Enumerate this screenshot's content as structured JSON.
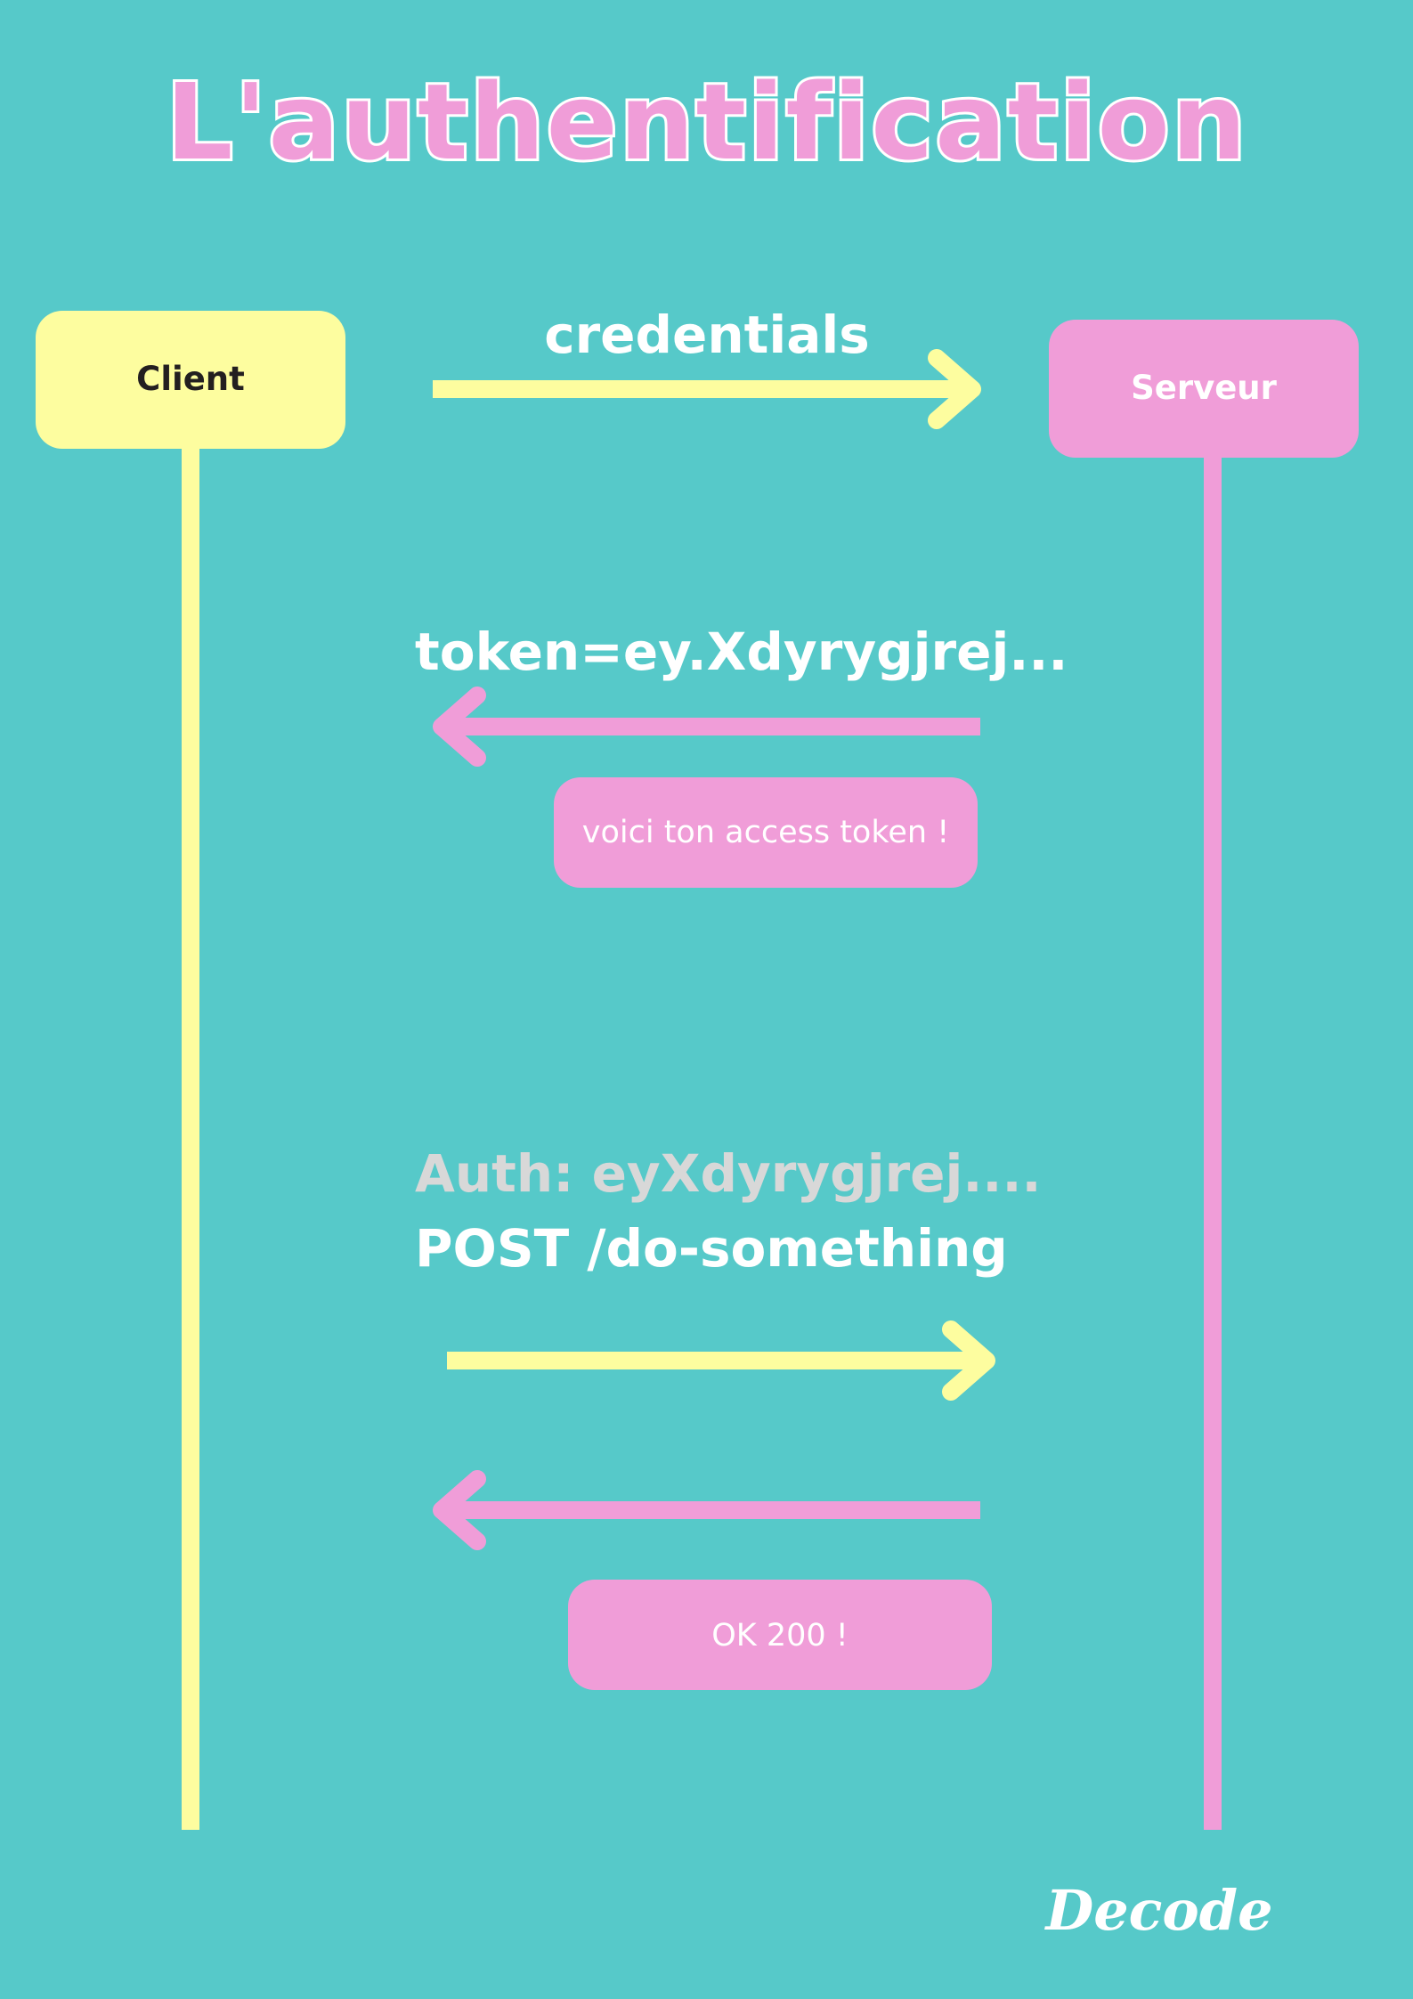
{
  "title": "L'authentification",
  "actors": {
    "client": "Client",
    "server": "Serveur"
  },
  "messages": {
    "credentials": "credentials",
    "token": "token=ey.Xdyrygjrej...",
    "auth_header": "Auth: eyXdyrygjrej....",
    "request": "POST /do-something"
  },
  "notes": {
    "access_token": "voici ton access token !",
    "ok": "OK 200 !"
  },
  "brand": "Decode",
  "colors": {
    "background": "#56c9c9",
    "title_fill": "#f09dd8",
    "client": "#fdfd9f",
    "server": "#f09dd8",
    "message_text": "#ffffff",
    "muted_text": "#d8d8d8",
    "dark_text": "#231f20"
  }
}
